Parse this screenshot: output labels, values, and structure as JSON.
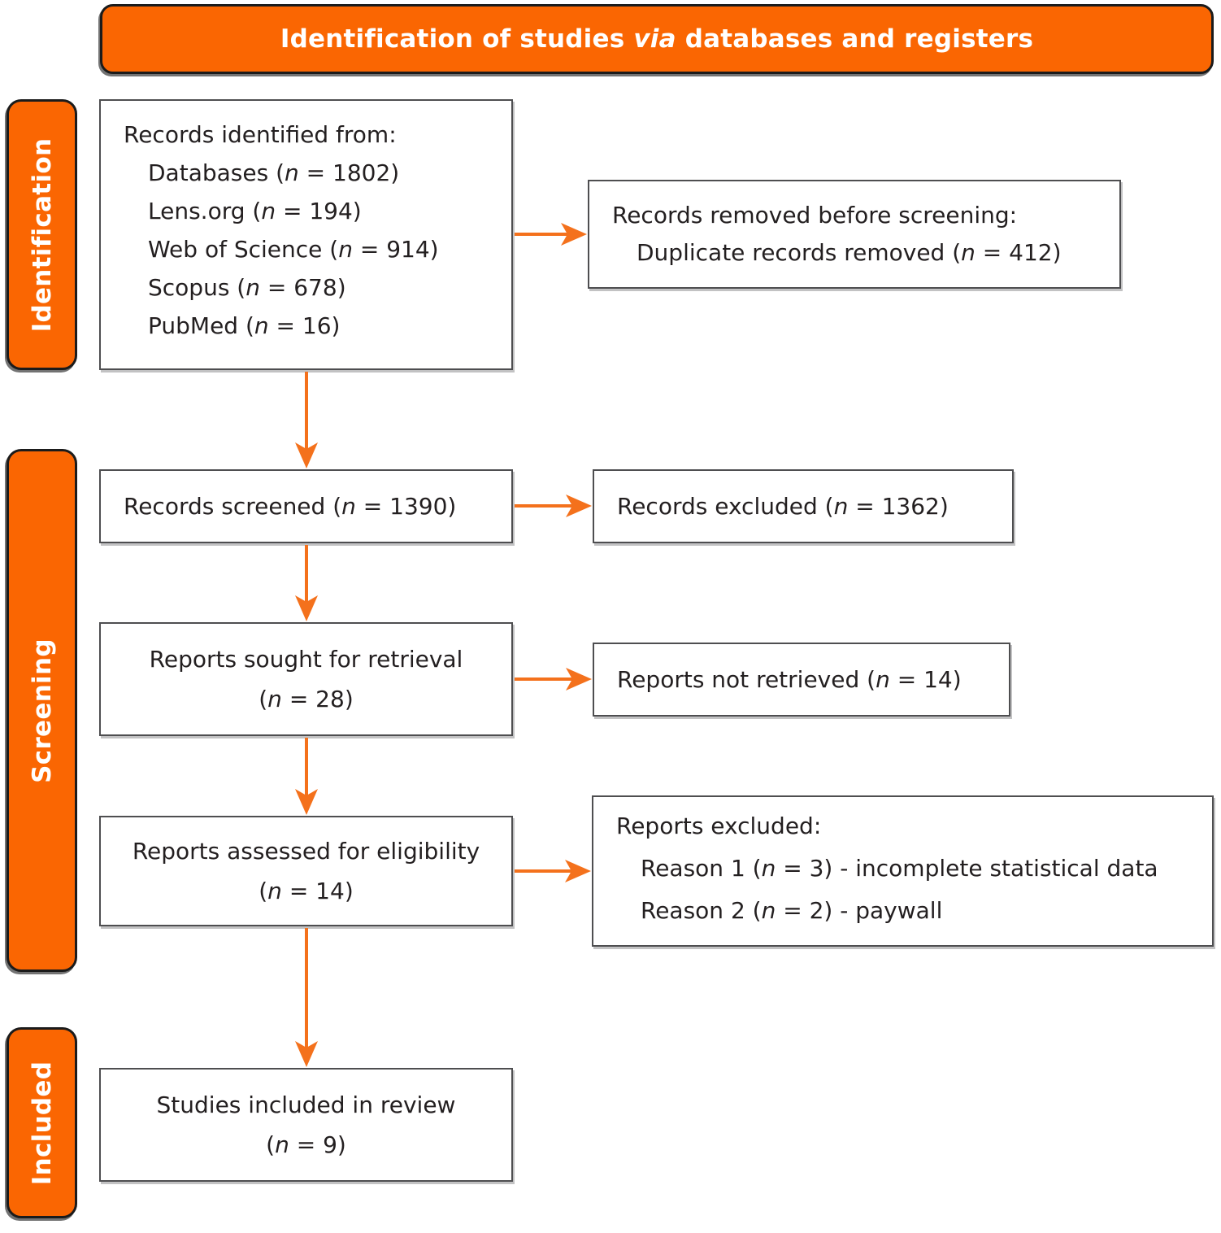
{
  "colors": {
    "stage_bar_orange": "#FA6602",
    "arrow_orange": "#F4711C",
    "box_border_gray": "#4E4E50",
    "text_dark": "#231F20"
  },
  "banner": {
    "prefix": "Identification of studies ",
    "italic": "via",
    "suffix": " databases and registers"
  },
  "sidebar": [
    {
      "label": "Identification"
    },
    {
      "label": "Screening"
    },
    {
      "label": "Included"
    }
  ],
  "boxes": {
    "identified": {
      "title": "Records identified from:",
      "items": [
        "Databases (n = 1802)",
        "Lens.org (n = 194)",
        "Web of Science (n = 914)",
        "Scopus (n = 678)",
        "PubMed (n = 16)"
      ]
    },
    "removed": {
      "title": "Records removed before screening:",
      "items": [
        "Duplicate records removed (n = 412)"
      ]
    },
    "screened": {
      "line": "Records screened (n = 1390)"
    },
    "excluded": {
      "line": "Records excluded (n = 1362)"
    },
    "sought": {
      "line1": "Reports sought for retrieval",
      "line2": "(n = 28)"
    },
    "not_retrieved": {
      "line": "Reports not retrieved (n = 14)"
    },
    "assessed": {
      "line1": "Reports assessed for eligibility",
      "line2": "(n = 14)"
    },
    "reports_excluded": {
      "title": "Reports excluded:",
      "items": [
        "Reason 1 (n = 3) - incomplete statistical data",
        "Reason 2 (n = 2) - paywall"
      ]
    },
    "included": {
      "line1": "Studies included in review",
      "line2": "(n = 9)"
    }
  }
}
